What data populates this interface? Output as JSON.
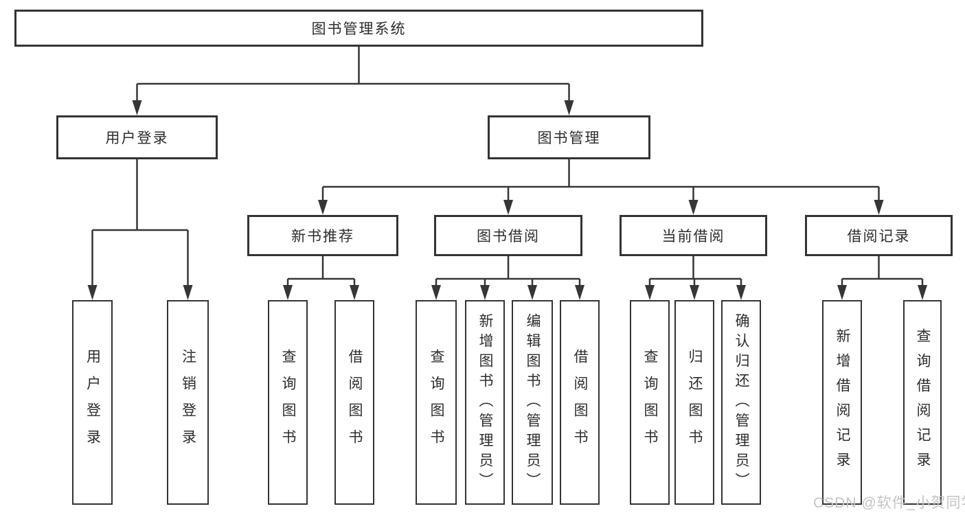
{
  "diagram": {
    "type": "tree",
    "root": {
      "label": "图书管理系统",
      "children": [
        {
          "label": "用户登录",
          "children": [
            {
              "label": "用户登录"
            },
            {
              "label": "注销登录"
            }
          ]
        },
        {
          "label": "图书管理",
          "children": [
            {
              "label": "新书推荐",
              "children": [
                {
                  "label": "查询图书"
                },
                {
                  "label": "借阅图书"
                }
              ]
            },
            {
              "label": "图书借阅",
              "children": [
                {
                  "label": "查询图书"
                },
                {
                  "label": "新增图书（管理员）"
                },
                {
                  "label": "编辑图书（管理员）"
                },
                {
                  "label": "借阅图书"
                }
              ]
            },
            {
              "label": "当前借阅",
              "children": [
                {
                  "label": "查询图书"
                },
                {
                  "label": "归还图书"
                },
                {
                  "label": "确认归还（管理员）"
                }
              ]
            },
            {
              "label": "借阅记录",
              "children": [
                {
                  "label": "新增借阅记录"
                },
                {
                  "label": "查询借阅记录"
                }
              ]
            }
          ]
        }
      ]
    },
    "colors": {
      "line": "#363636",
      "border": "#333333",
      "text": "#2d2d2d",
      "background": "#ffffff",
      "watermark": "#c3c3c3"
    }
  },
  "watermark": {
    "text": "CSDN @软件_小贺同学"
  }
}
